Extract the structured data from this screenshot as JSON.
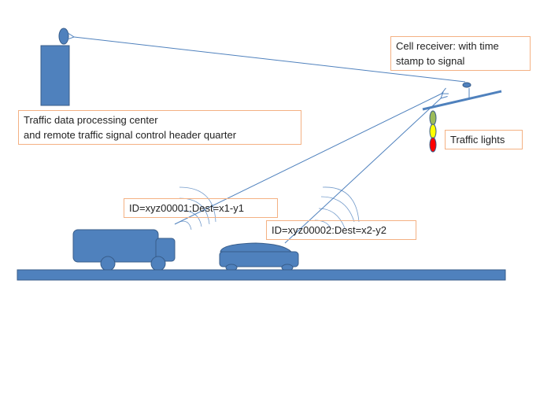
{
  "diagram": {
    "labels": {
      "center_line1": "Traffic data processing center",
      "center_line2": "and remote traffic signal control header quarter",
      "receiver_line1": "Cell receiver: with time",
      "receiver_line2": "stamp to signal",
      "traffic_lights": "Traffic lights",
      "vehicle1_id": "ID=xyz00001:Dest=x1-y1",
      "vehicle2_id": "ID=xyz00002:Dest=x2-y2"
    },
    "colors": {
      "shape_fill": "#4f81bd",
      "shape_stroke": "#385d8a",
      "label_border": "#f4b183",
      "light_green": "#9bbb59",
      "light_yellow": "#ffff00",
      "light_red": "#ff0000"
    }
  }
}
